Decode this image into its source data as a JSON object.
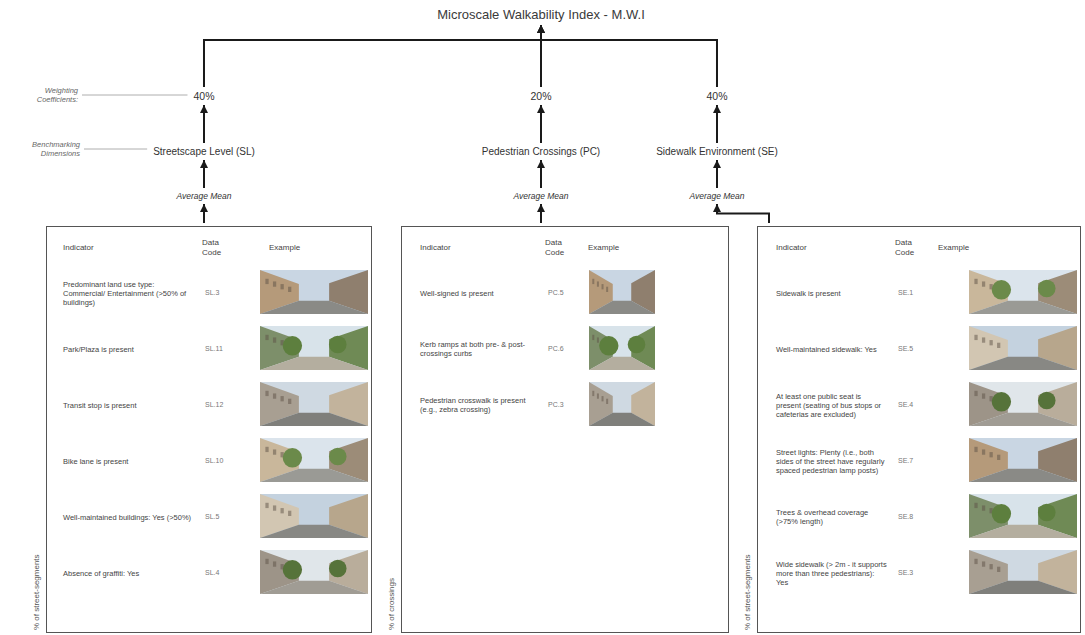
{
  "diagram": {
    "nodes": [
      {
        "text": [
          "Microscale Walkability Index - M.W.I"
        ]
      },
      {
        "text": [
          "40%"
        ]
      },
      {
        "text": [
          "20%"
        ]
      },
      {
        "text": [
          "40%"
        ]
      },
      {
        "text": [
          "Streetscape Level (SL)"
        ]
      },
      {
        "text": [
          "Pedestrian Crossings (PC)"
        ]
      },
      {
        "text": [
          "Sidewalk Environment (SE)"
        ]
      },
      {
        "text": [
          "Average Mean"
        ]
      },
      {
        "text": [
          "Average Mean"
        ]
      },
      {
        "text": [
          "Average Mean"
        ]
      },
      {
        "text": [
          "% of street-segments",
          "Indicator",
          "Data Code",
          "Example",
          "Predominant land use type: Commercial/ Entertainment (>50% of buildings)",
          "SL.3",
          "Park/Plaza is present",
          "SL.11",
          "Transit stop is present",
          "SL.12",
          "Bike lane is present",
          "SL.10",
          "Well-maintained buildings: Yes (>50%)",
          "SL.5",
          "Absence of graffiti: Yes",
          "SL.4"
        ]
      },
      {
        "text": [
          "% of crossings",
          "Indicator",
          "Data Code",
          "Example",
          "Well-signed is present",
          "PC.5",
          "Kerb ramps at both pre- & post-crossings curbs",
          "PC.6",
          "Pedestrian crosswalk is present (e.g., zebra crossing)",
          "PC.3"
        ]
      },
      {
        "text": [
          "% of street-segments",
          "Indicator",
          "Data Code",
          "Example",
          "Sidewalk is present",
          "SE.1",
          "Well-maintained sidewalk: Yes",
          "SE.5",
          "At least one public seat is present (seating of bus stops or cafeterias are excluded)",
          "SE.4",
          "Street lights: Plenty (i.e., both sides of the street have regularly spaced pedestrian lamp posts)",
          "SE.7",
          "Trees & overhead coverage (>75% length)",
          "SE.8",
          "Wide sidewalk (> 2m - it supports more than three pedestrians): Yes",
          "SE.3"
        ]
      }
    ],
    "edges": [
      {
        "from": 1,
        "to": 0,
        "arrow": "to"
      },
      {
        "from": 2,
        "to": 0,
        "arrow": "to"
      },
      {
        "from": 3,
        "to": 0,
        "arrow": "to"
      },
      {
        "from": 4,
        "to": 1,
        "arrow": "to"
      },
      {
        "from": 5,
        "to": 2,
        "arrow": "to"
      },
      {
        "from": 6,
        "to": 3,
        "arrow": "to"
      },
      {
        "from": 7,
        "to": 4,
        "arrow": "to"
      },
      {
        "from": 8,
        "to": 5,
        "arrow": "to"
      },
      {
        "from": 9,
        "to": 6,
        "arrow": "to"
      },
      {
        "from": 10,
        "to": 7,
        "arrow": "to"
      },
      {
        "from": 11,
        "to": 8,
        "arrow": "to"
      },
      {
        "from": 12,
        "to": 9,
        "arrow": "to"
      }
    ],
    "labels": [
      "Weighting Coefficients:",
      "Benchmarking Dimensions"
    ]
  }
}
